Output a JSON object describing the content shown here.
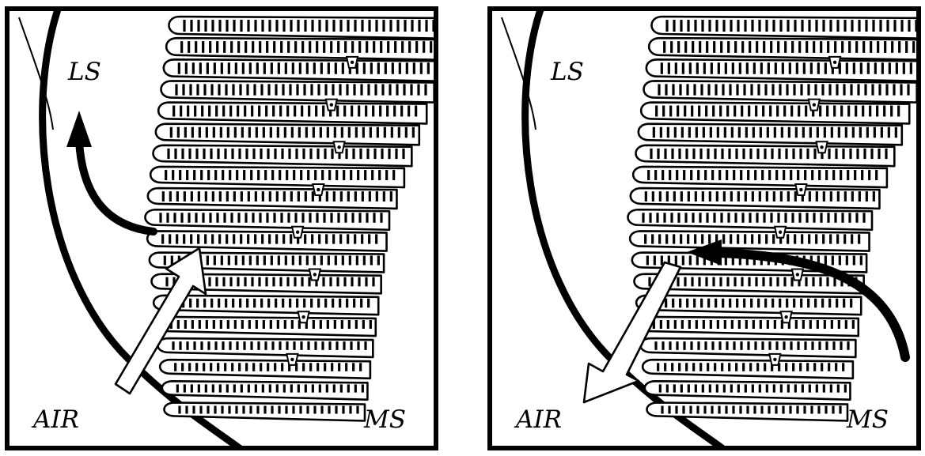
{
  "panels": [
    {
      "id": "left",
      "labels": {
        "ls": "LS",
        "air": "AIR",
        "ms": "MS"
      },
      "arrows": [
        {
          "name": "white-arrow",
          "fill": "white",
          "direction": "up"
        },
        {
          "name": "black-arrow",
          "fill": "black",
          "direction": "up-left"
        }
      ]
    },
    {
      "id": "right",
      "labels": {
        "ls": "LS",
        "air": "AIR",
        "ms": "MS"
      },
      "arrows": [
        {
          "name": "white-arrow",
          "fill": "white",
          "direction": "down-left"
        },
        {
          "name": "black-arrow",
          "fill": "black",
          "direction": "left"
        }
      ]
    }
  ],
  "colors": {
    "ink": "#000000",
    "paper": "#ffffff"
  }
}
